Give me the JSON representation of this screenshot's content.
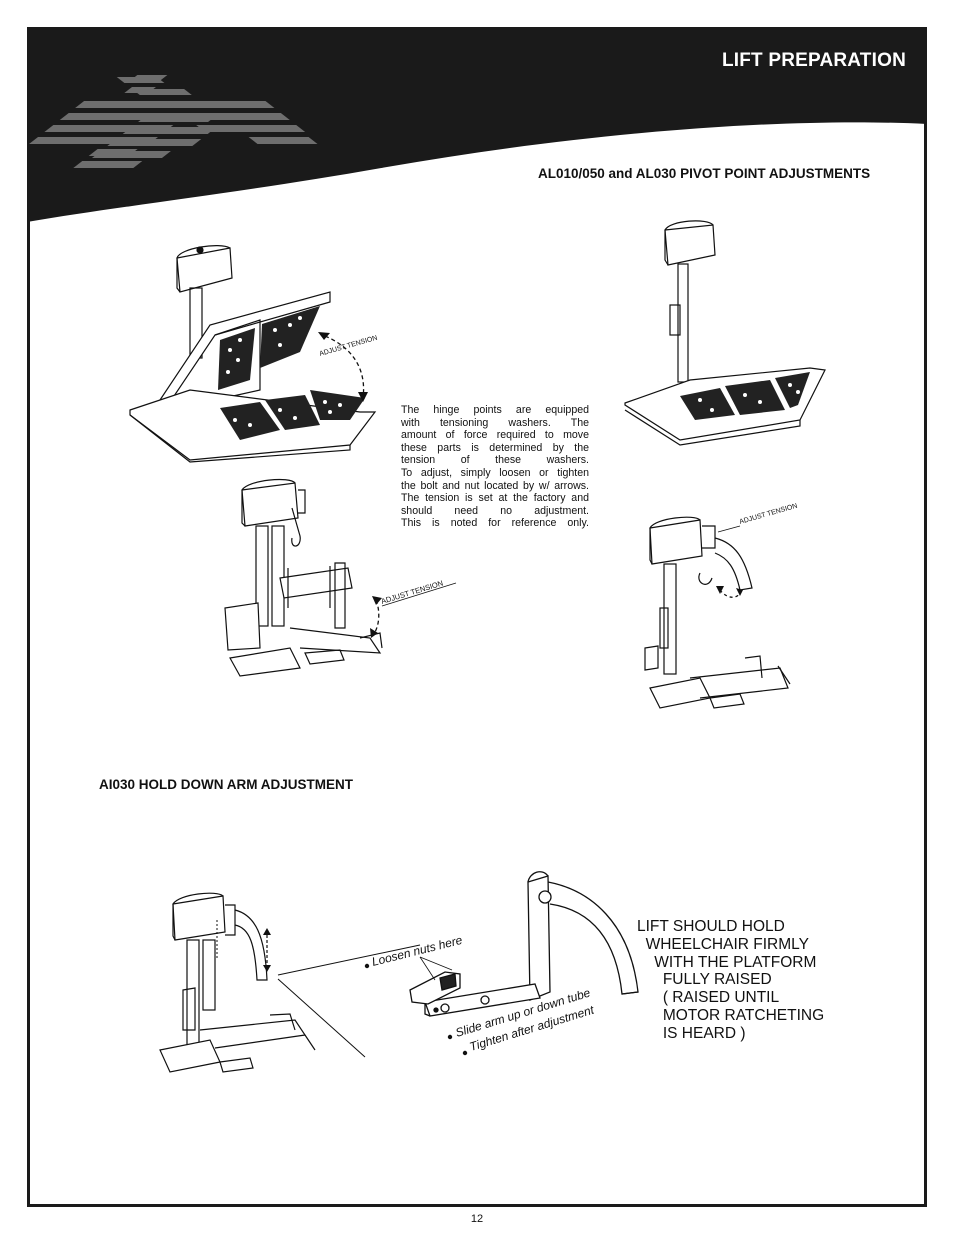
{
  "header": {
    "title": "LIFT PREPARATION"
  },
  "pivot_section": {
    "title": "AL010/050 and AL030 PIVOT POINT ADJUSTMENTS",
    "paragraph_lines": [
      "The hinge points are equipped",
      "with tensioning washers. The",
      "amount of force required to move",
      "these parts is determined by the",
      "tension of these washers.",
      "To adjust, simply loosen or tighten",
      "the bolt and nut located by w/ arrows.",
      "The tension is set at the factory and",
      "should need no adjustment.",
      "This is noted for reference only."
    ],
    "labels": {
      "adjust_tension": "ADJUST TENSION"
    }
  },
  "hold_down_section": {
    "title": "AI030 HOLD DOWN ARM ADJUSTMENT",
    "callouts": {
      "loosen": "Loosen nuts here",
      "slide": "Slide arm up or down tube",
      "tighten": "Tighten after adjustment"
    },
    "note_lines": [
      "LIFT SHOULD HOLD",
      "  WHEELCHAIR FIRMLY",
      "    WITH THE PLATFORM",
      "      FULLY RAISED",
      "      ( RAISED UNTIL",
      "      MOTOR RATCHETING",
      "      IS HEARD )"
    ]
  },
  "footer": {
    "page_number": "12"
  },
  "colors": {
    "header_bg": "#1a1a1a",
    "logo_stripes": "#6e6e6e",
    "ink": "#111111"
  }
}
